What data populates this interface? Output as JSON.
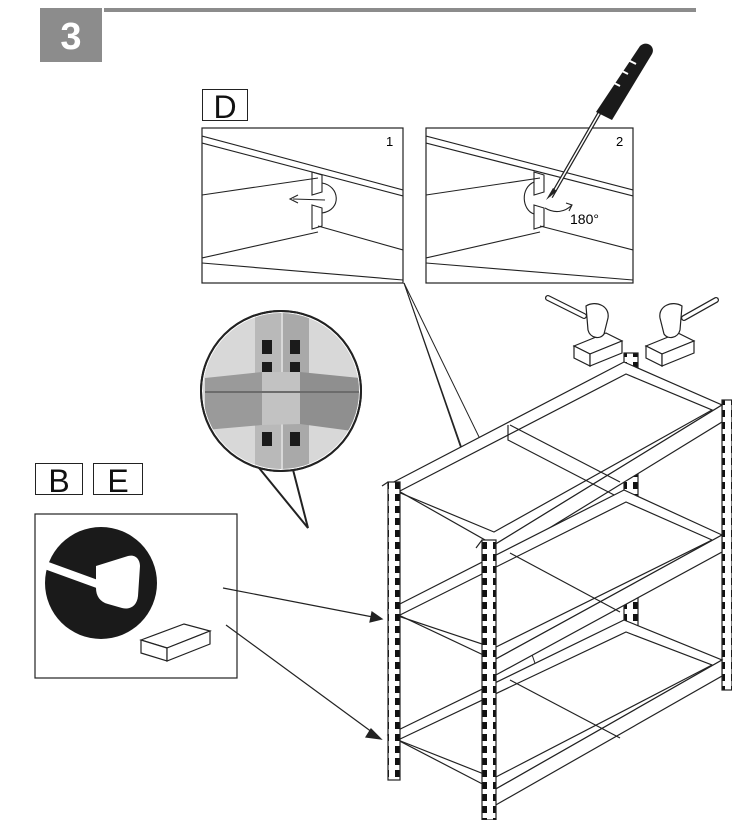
{
  "step": {
    "number": "3"
  },
  "detail_d": {
    "label": "D",
    "panels": [
      {
        "number": "1"
      },
      {
        "number": "2",
        "angle": "180°"
      }
    ]
  },
  "detail_be": {
    "labels": [
      "B",
      "E"
    ]
  },
  "colors": {
    "step_gray": "#8c8c8c",
    "line": "#222222",
    "dark": "#1a1a1a"
  },
  "icons": [
    "screwdriver-icon",
    "mallet-icon",
    "rubber-mallet-icon",
    "wood-block-icon"
  ]
}
